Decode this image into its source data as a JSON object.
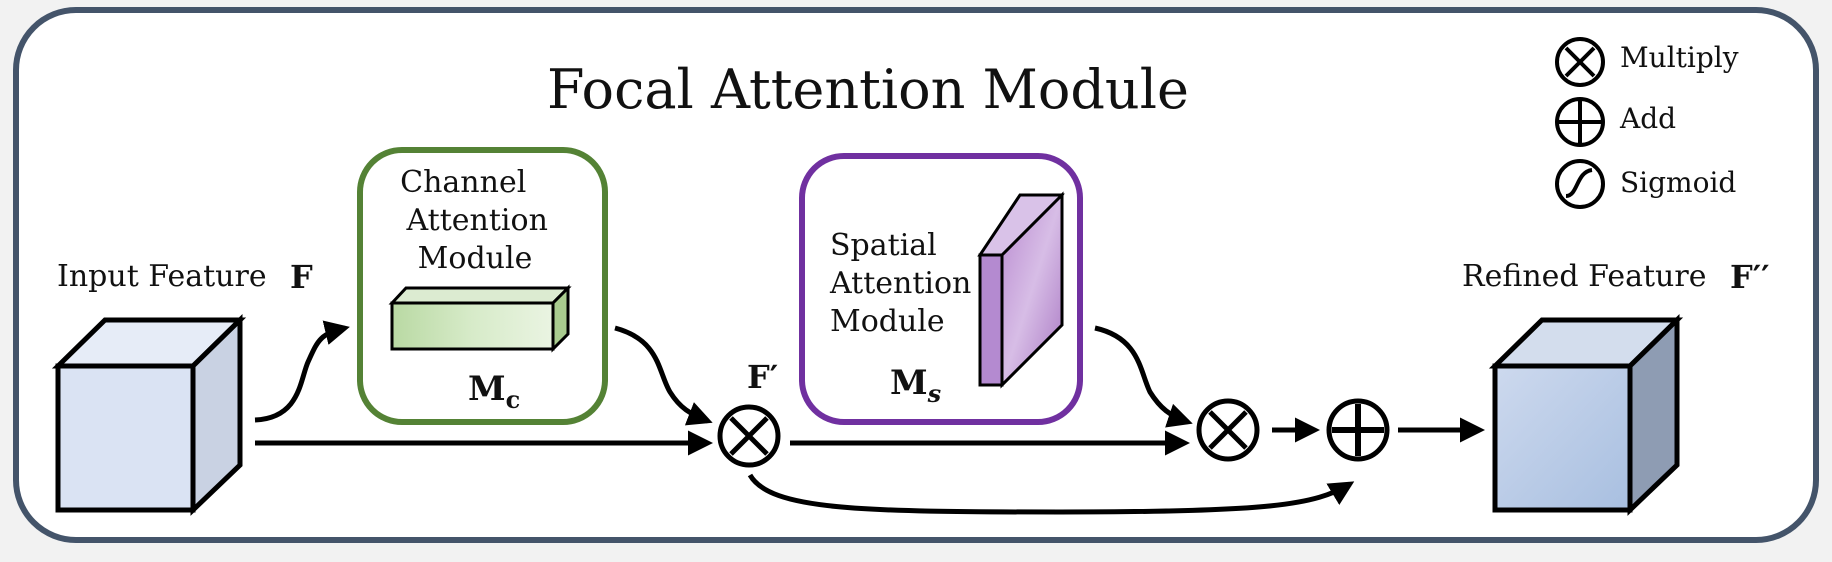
{
  "title": "Focal Attention Module",
  "legend": {
    "items": [
      {
        "icon": "multiply-icon",
        "label": "Multiply"
      },
      {
        "icon": "add-icon",
        "label": "Add"
      },
      {
        "icon": "sigmoid-icon",
        "label": "Sigmoid"
      }
    ]
  },
  "input": {
    "label": "Input Feature",
    "symbol": "F"
  },
  "channel_module": {
    "lines": [
      "Channel",
      "Attention",
      "Module"
    ],
    "symbol": "M",
    "subscript": "c"
  },
  "spatial_module": {
    "lines": [
      "Spatial",
      "Attention",
      "Module"
    ],
    "symbol": "M",
    "subscript": "s"
  },
  "intermediate": {
    "symbol": "F′"
  },
  "output": {
    "label": "Refined Feature",
    "symbol": "F′′"
  },
  "colors": {
    "frame": "#44546a",
    "channel_border": "#548235",
    "spatial_border": "#7030a0",
    "input_cube": "#dae3f3",
    "output_cube": "#b4c7e7",
    "channel_bar": "#c5e0b4",
    "spatial_slab": "#c9a3dc"
  }
}
